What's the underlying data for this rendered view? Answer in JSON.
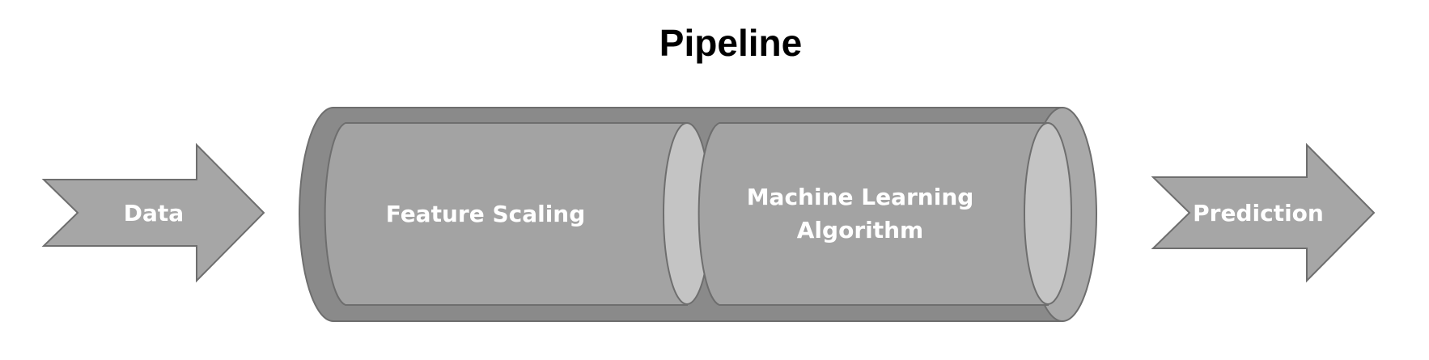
{
  "title": "Pipeline",
  "input_arrow": {
    "label": "Data"
  },
  "stages": [
    {
      "label": "Feature Scaling"
    },
    {
      "label_lines": [
        "Machine Learning",
        "Algorithm"
      ]
    }
  ],
  "output_arrow": {
    "label": "Prediction"
  },
  "colors": {
    "arrow_fill": "#a6a6a6",
    "pipe_outer": "#8a8a8a",
    "pipe_body": "#a3a3a3",
    "pipe_end_cap": "#c4c4c4",
    "outline": "#6e6e6e",
    "label_text": "#ffffff",
    "title_text": "#000000"
  }
}
